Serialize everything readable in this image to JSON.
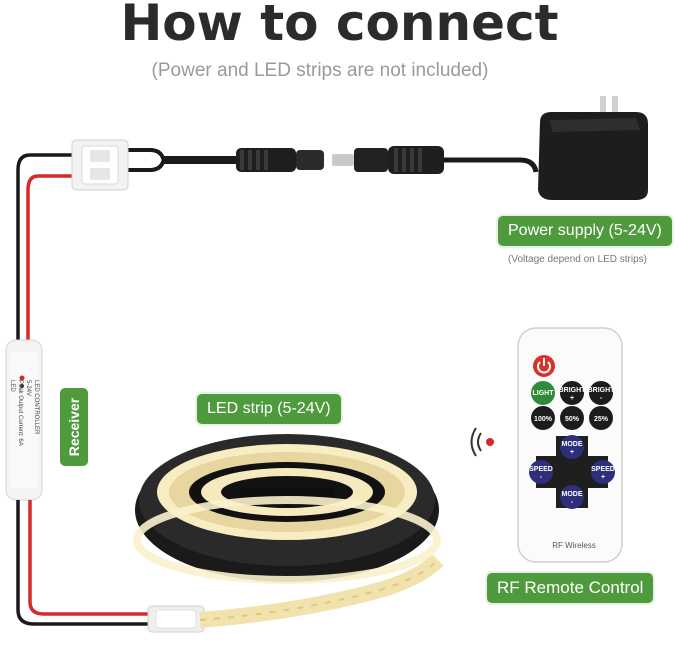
{
  "title": "How to connect",
  "subtitle": "(Power and LED strips are not included)",
  "power_supply": {
    "label": "Power supply (5-24V)",
    "note": "(Voltage depend on LED strips)"
  },
  "led_strip": {
    "label": "LED strip (5-24V)"
  },
  "receiver": {
    "label": "Receiver",
    "print_lines": [
      "LED CONTROLLER",
      "5-24V",
      "Peak Output Current: 6A",
      "LED"
    ]
  },
  "remote": {
    "label": "RF Remote Control",
    "brand_text": "RF Wireless",
    "buttons": {
      "light": "LIGHT",
      "bright_up": "BRIGHT",
      "bright_up_sign": "+",
      "bright_down": "BRIGHT",
      "bright_down_sign": "-",
      "p100": "100%",
      "p50": "50%",
      "p25": "25%",
      "mode_up": "MODE",
      "mode_up_sign": "+",
      "mode_down": "MODE",
      "mode_down_sign": "-",
      "speed_left": "SPEED",
      "speed_left_sign": "-",
      "speed_right": "SPEED",
      "speed_right_sign": "+"
    }
  },
  "colors": {
    "accent_green": "#4f9a3c",
    "wire_red": "#d42a2a",
    "wire_black": "#1a1a1a",
    "power_button": "#d9302a"
  }
}
